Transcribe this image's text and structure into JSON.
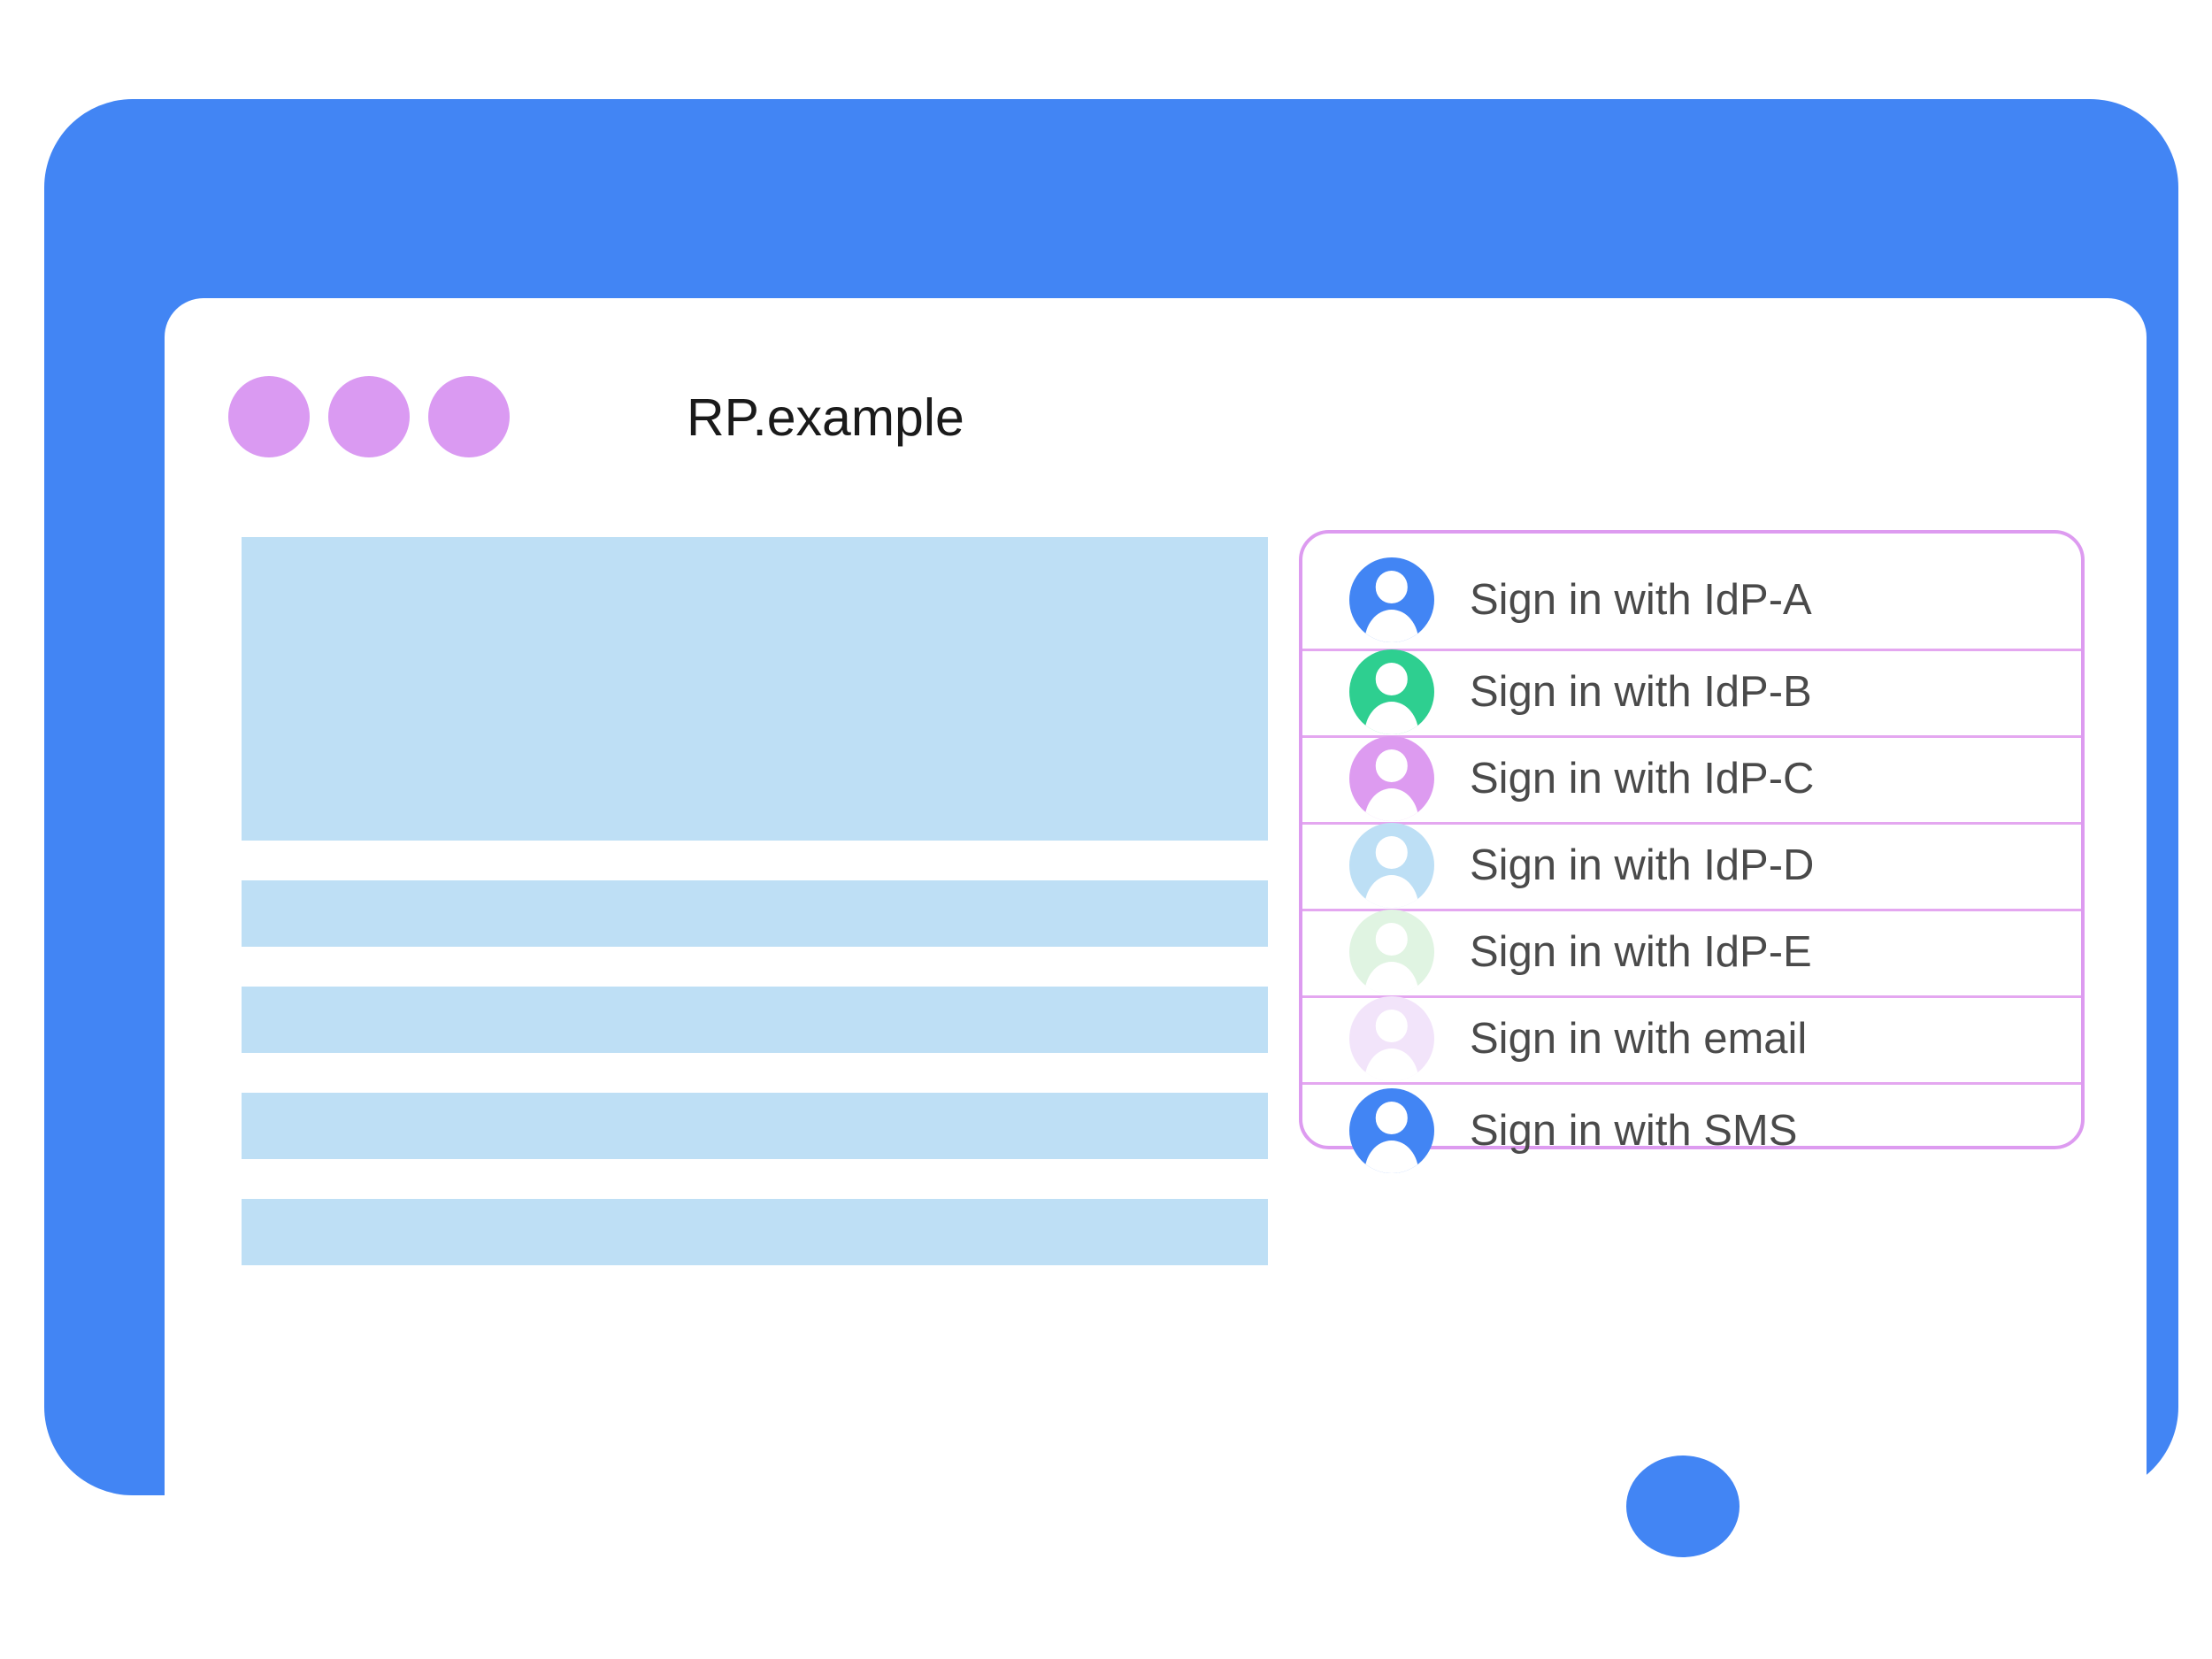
{
  "window": {
    "title": "RP.example",
    "title_dots": [
      "window-dot-1",
      "window-dot-2",
      "window-dot-3"
    ],
    "dot_color": "#DA9AF2",
    "frame_color": "#4285F4",
    "home_button": "home-button"
  },
  "content": {
    "placeholder_color": "#BEDFF5",
    "blocks": [
      {
        "name": "hero-placeholder"
      },
      {
        "name": "text-line-placeholder-1"
      },
      {
        "name": "text-line-placeholder-2"
      },
      {
        "name": "text-line-placeholder-3"
      },
      {
        "name": "text-line-placeholder-4"
      }
    ]
  },
  "idp_panel": {
    "border_color": "#DD9BF0",
    "divider_color": "#E4A7F0",
    "label_color": "#4a4a4a",
    "options": [
      {
        "label": "Sign in with IdP-A",
        "icon": "account-avatar-icon",
        "avatar_color": "#4285F4"
      },
      {
        "label": "Sign in with IdP-B",
        "icon": "account-avatar-icon",
        "avatar_color": "#2ECF90"
      },
      {
        "label": "Sign in with IdP-C",
        "icon": "account-avatar-icon",
        "avatar_color": "#DD9BF0"
      },
      {
        "label": "Sign in with IdP-D",
        "icon": "account-avatar-icon",
        "avatar_color": "#BDDFF5"
      },
      {
        "label": "Sign in with IdP-E",
        "icon": "account-avatar-icon",
        "avatar_color": "#E0F4E2"
      },
      {
        "label": "Sign in with email",
        "icon": "account-avatar-icon",
        "avatar_color": "#F2E4FA"
      },
      {
        "label": "Sign in with SMS",
        "icon": "account-avatar-icon",
        "avatar_color": "#4285F4"
      }
    ]
  }
}
